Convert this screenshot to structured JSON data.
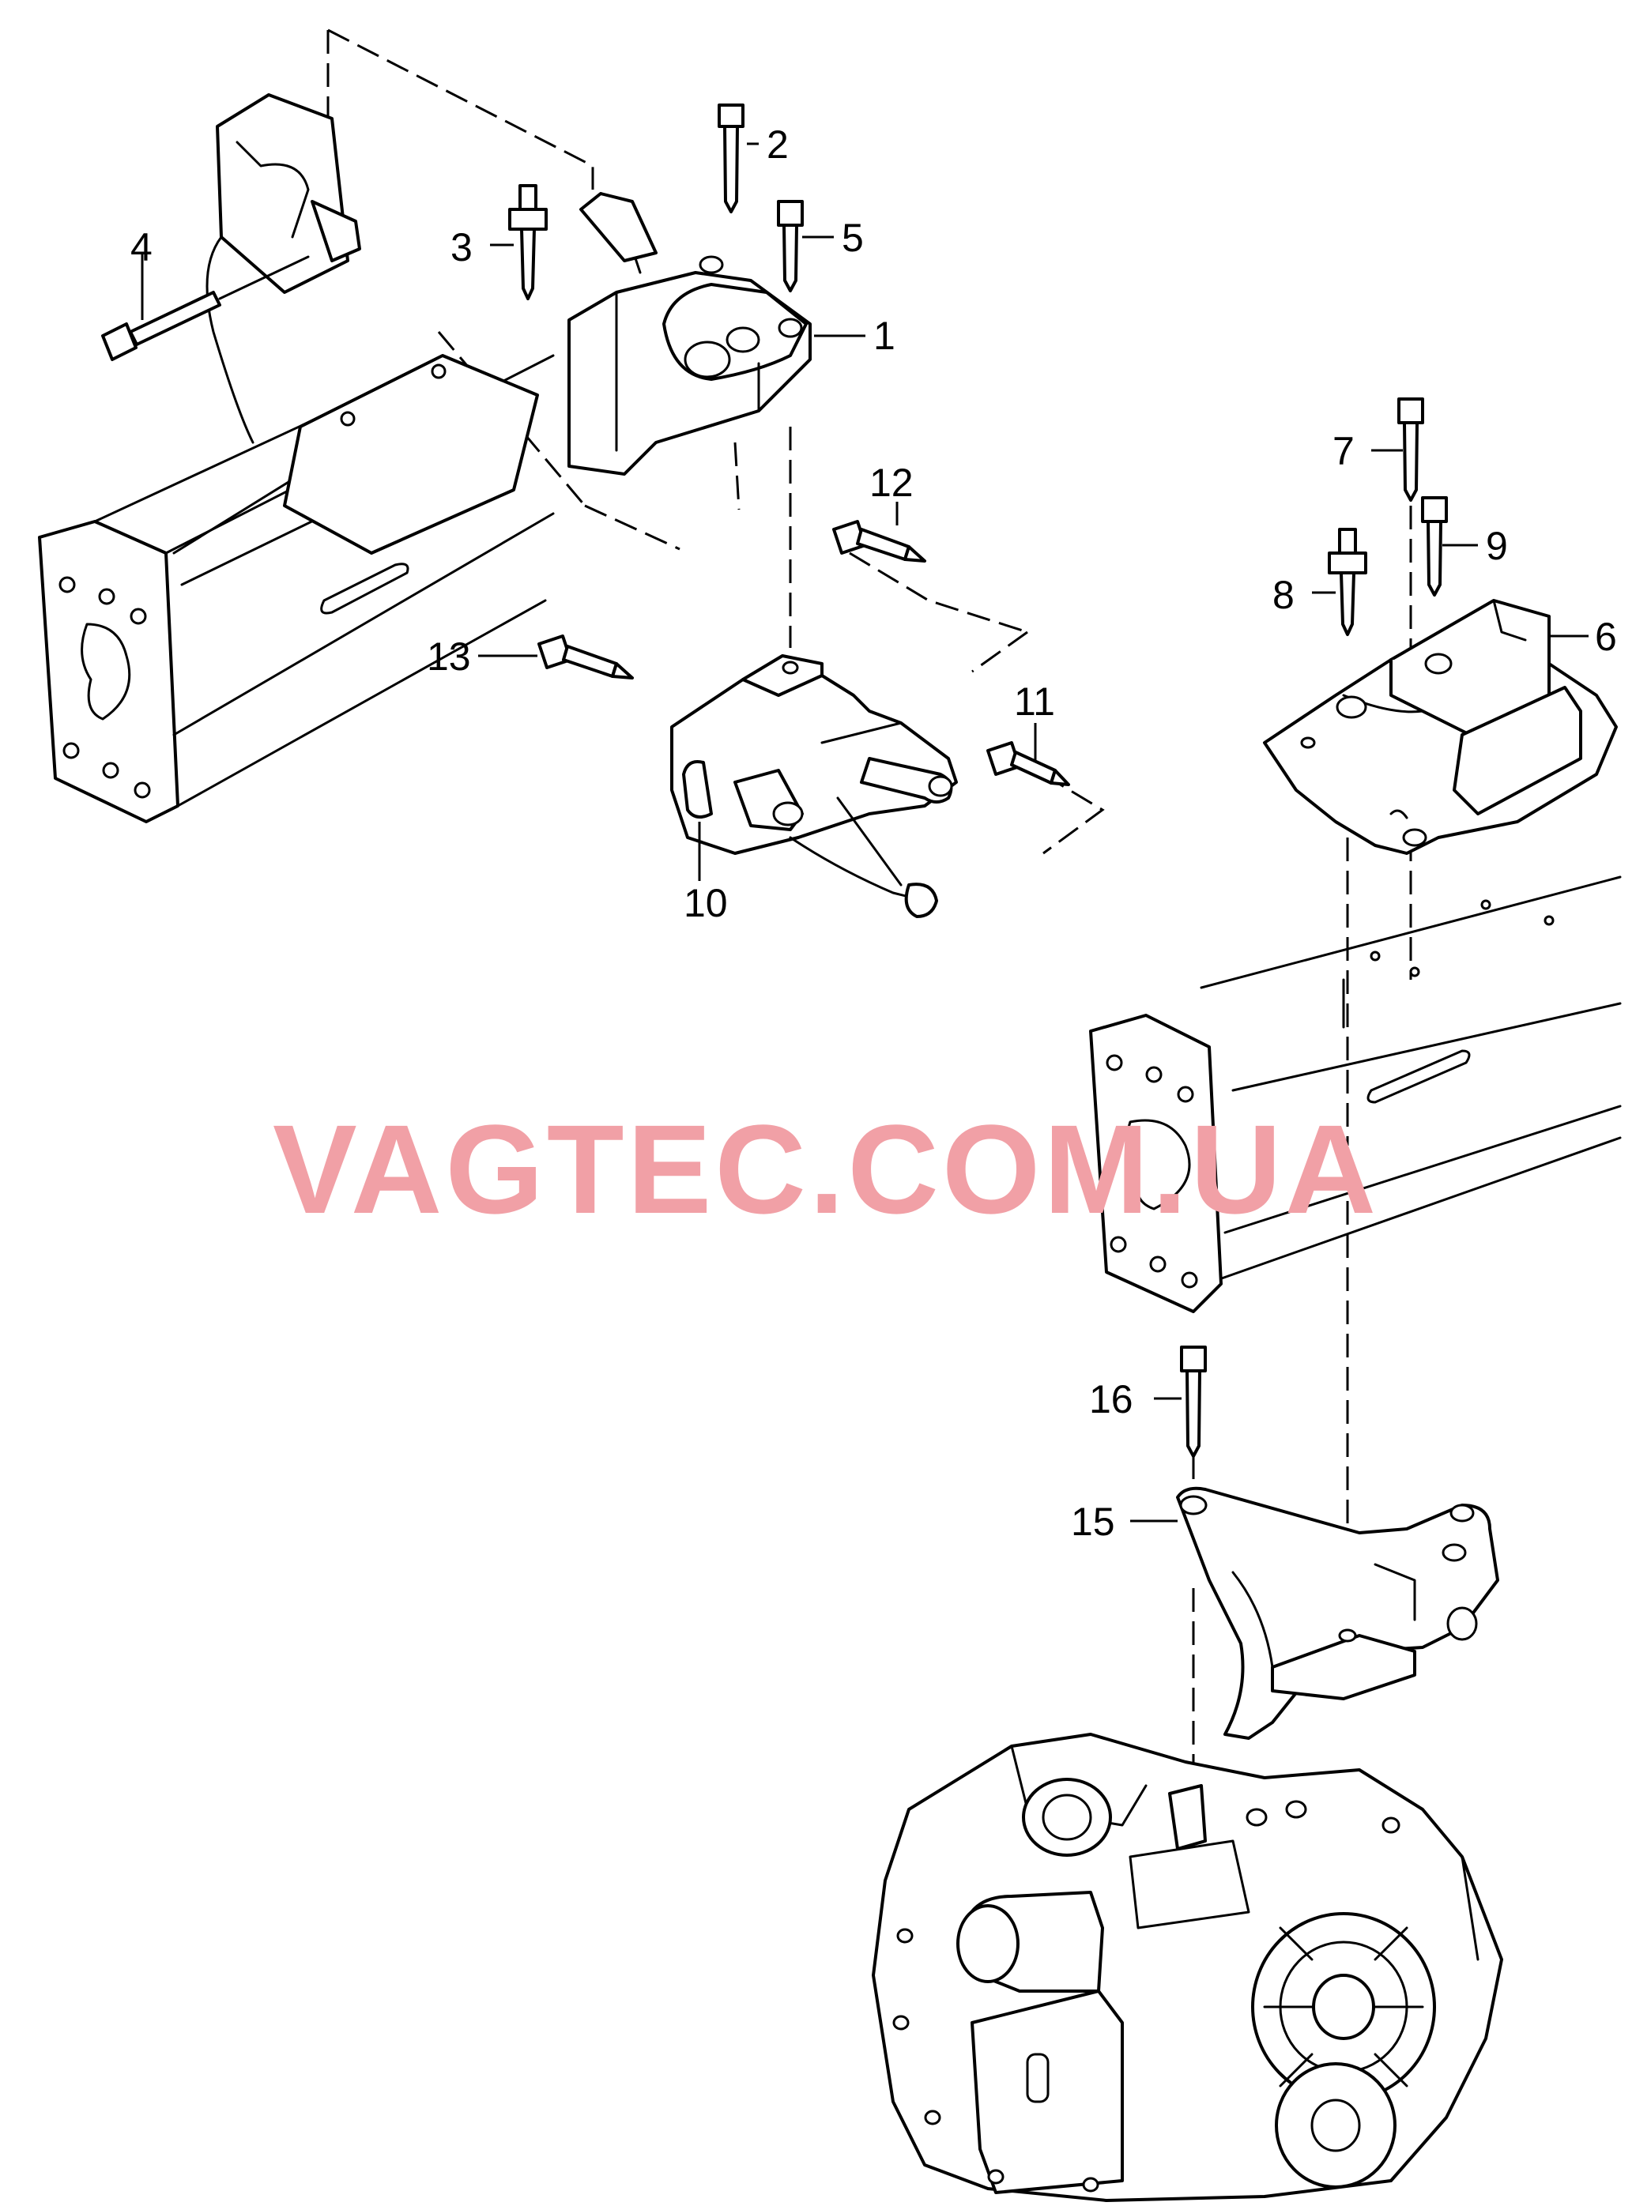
{
  "watermark": "VAGTEC.COM.UA",
  "callouts": {
    "c1": "1",
    "c2": "2",
    "c3": "3",
    "c4": "4",
    "c5": "5",
    "c6": "6",
    "c7": "7",
    "c8": "8",
    "c9": "9",
    "c10": "10",
    "c11": "11",
    "c12": "12",
    "c13": "13",
    "c15": "15",
    "c16": "16"
  },
  "colors": {
    "line": "#000000",
    "watermark": "#f1a0a6",
    "background": "#ffffff"
  }
}
